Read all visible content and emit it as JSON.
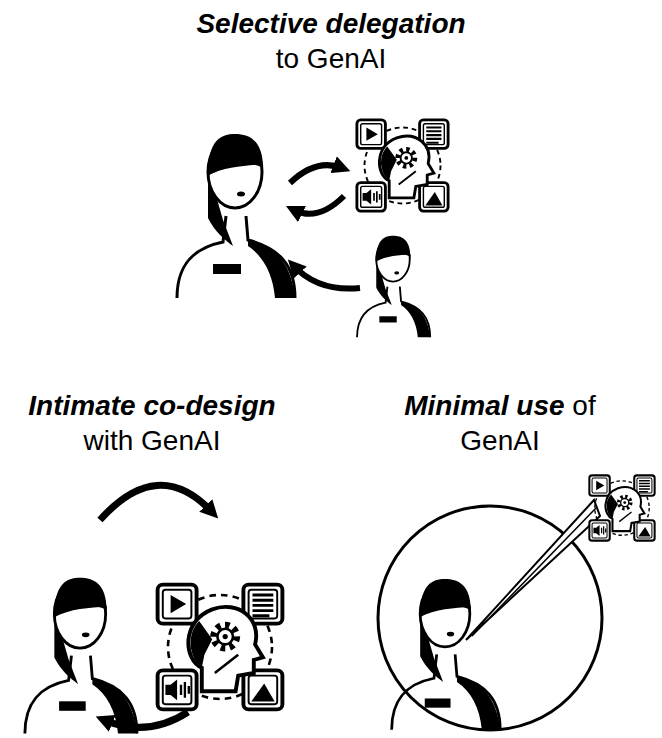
{
  "diagram": {
    "labels": [
      "Selective delegation",
      "to GenAI",
      "Intimate co-design",
      "with GenAI",
      "Minimal use",
      "of GenAI"
    ]
  }
}
